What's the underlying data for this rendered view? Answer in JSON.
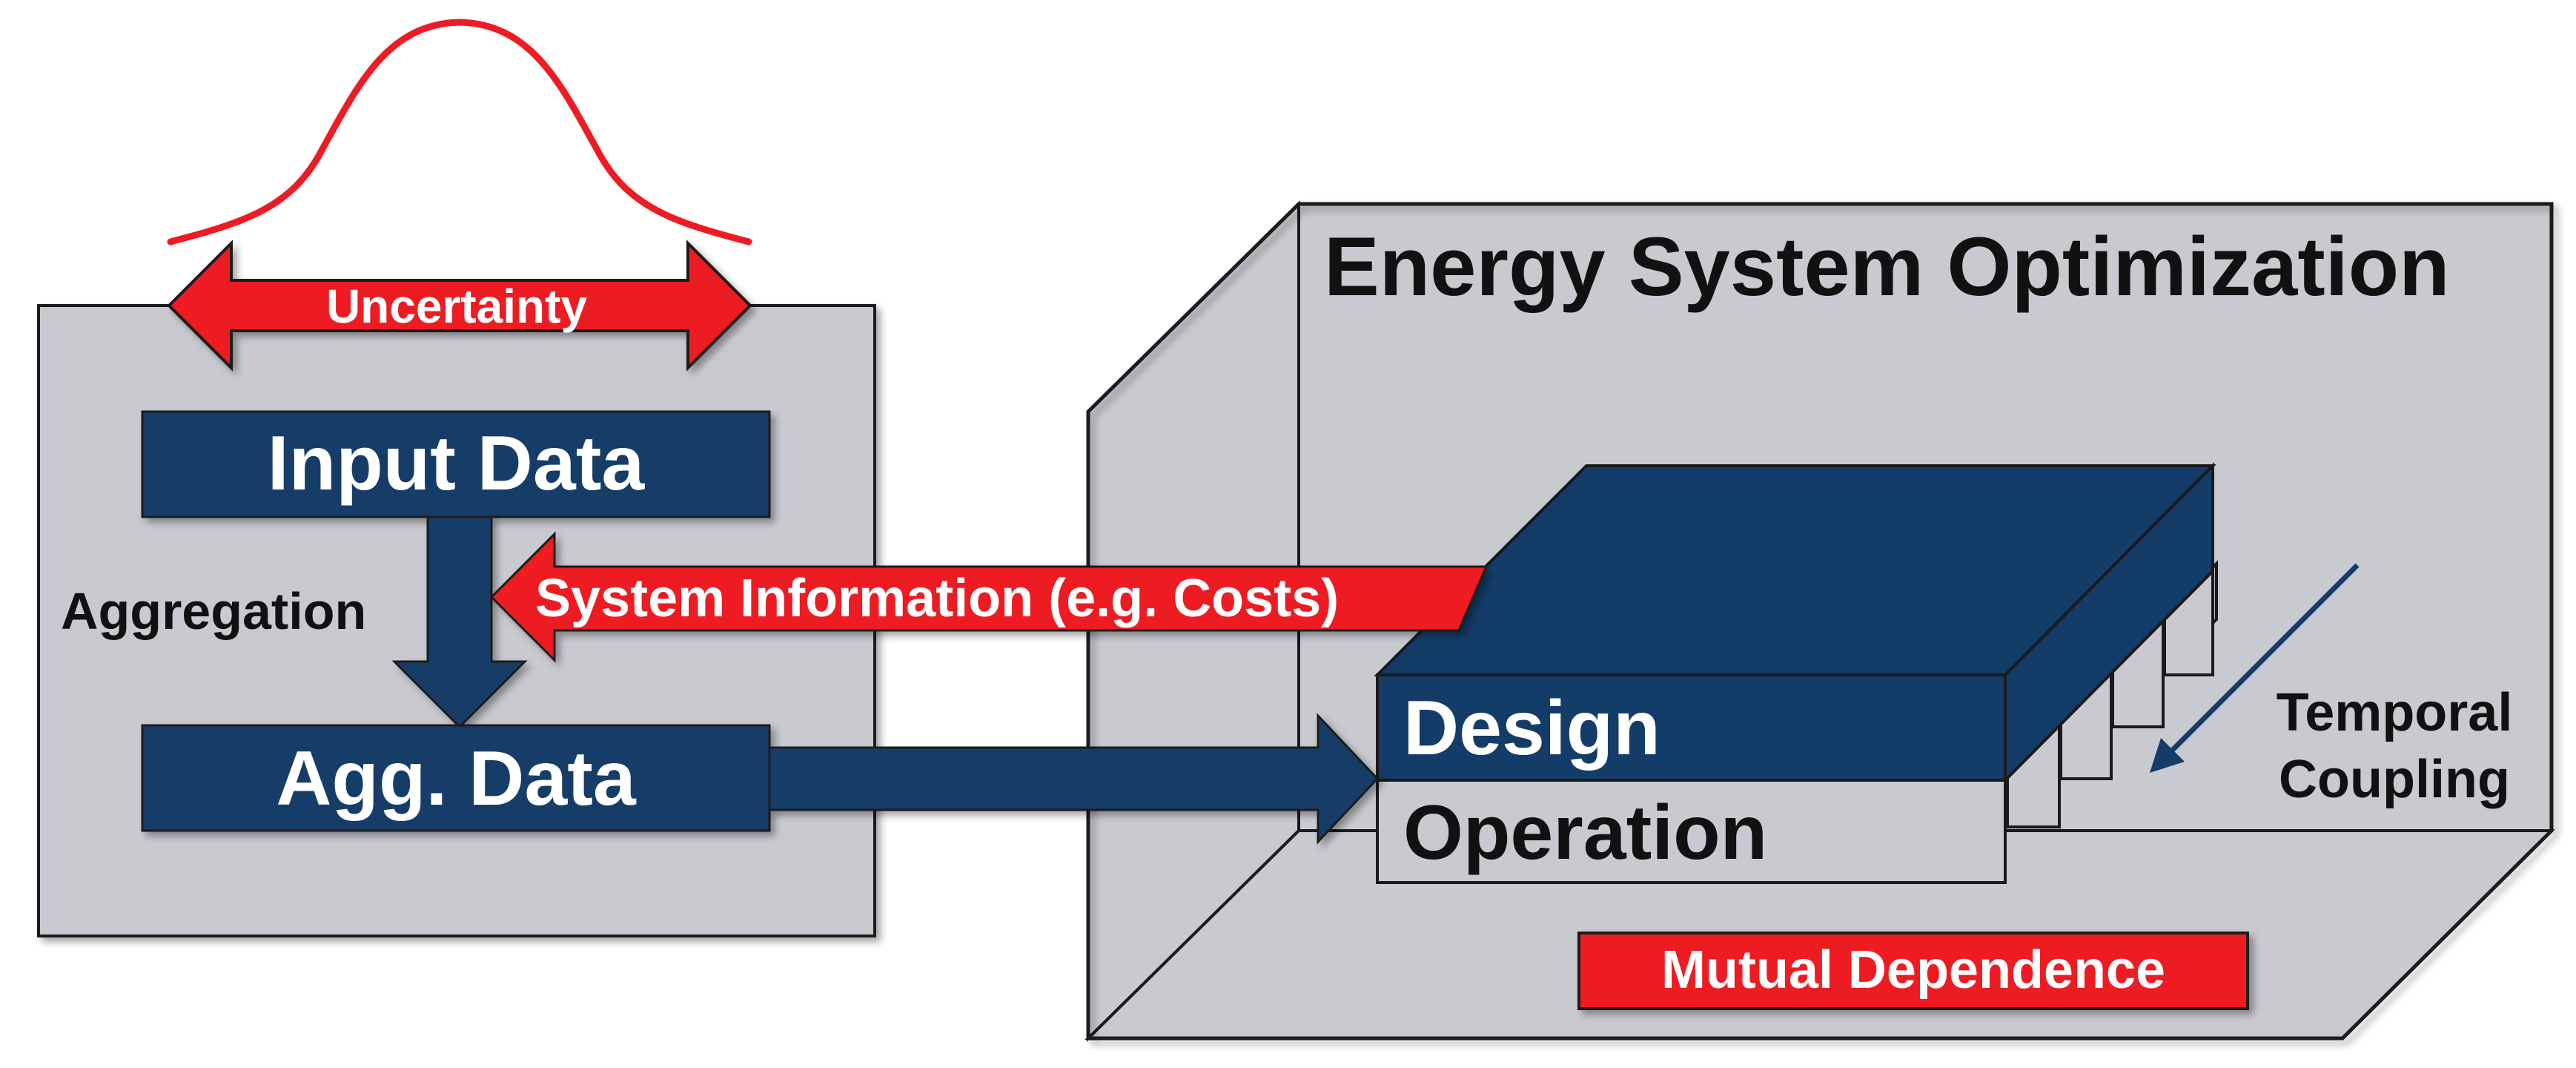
{
  "labels": {
    "uncertainty": "Uncertainty",
    "input_data": "Input Data",
    "aggregation": "Aggregation",
    "agg_data": "Agg. Data",
    "system_information": "System Information (e.g. Costs)",
    "title": "Energy System Optimization",
    "design": "Design",
    "operation": "Operation",
    "temporal_line1": "Temporal",
    "temporal_line2": "Coupling",
    "mutual_dependence": "Mutual Dependence"
  },
  "colors": {
    "navy": "#133D68",
    "red": "#ED1C24",
    "panel_gray": "#C8CAD0",
    "outline": "#1A1A1A",
    "text_dark": "#111111",
    "text_light": "#FFFFFF"
  }
}
